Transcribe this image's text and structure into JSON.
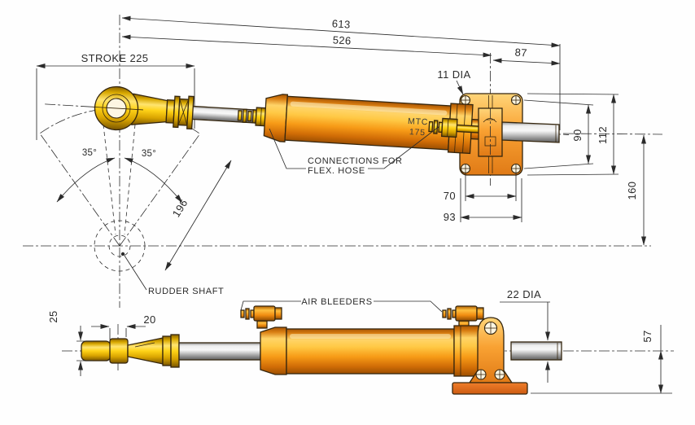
{
  "drawing": {
    "model": {
      "line1": "MTC",
      "line2": "175"
    },
    "dims": {
      "overall": "613",
      "ball_to_plate": "526",
      "plate_to_rod_end": "87",
      "stroke": "STROKE 225",
      "plate_hole_dia": "11 DIA",
      "bolt_spacing_v": "90",
      "plate_height": "112",
      "center_drop": "160",
      "bolt_spacing_h": "70",
      "plate_width": "93",
      "swing_left": "35°",
      "swing_right": "35°",
      "tiller_radius": "196",
      "ball_tip_height": "25",
      "ball_boss_width": "20",
      "rod_dia": "22 DIA",
      "foot_height": "57"
    },
    "labels": {
      "connections_line1": "CONNECTIONS FOR",
      "connections_line2": "FLEX. HOSE",
      "rudder_shaft": "RUDDER SHAFT",
      "air_bleeders": "AIR BLEEDERS"
    },
    "colors": {
      "body_orange": "#f7941e",
      "gold": "#f0c419",
      "chrome": "#c8c8c8",
      "foot_orange": "#d9661a",
      "line": "#2b2b2b",
      "background": "#fefefe"
    }
  }
}
